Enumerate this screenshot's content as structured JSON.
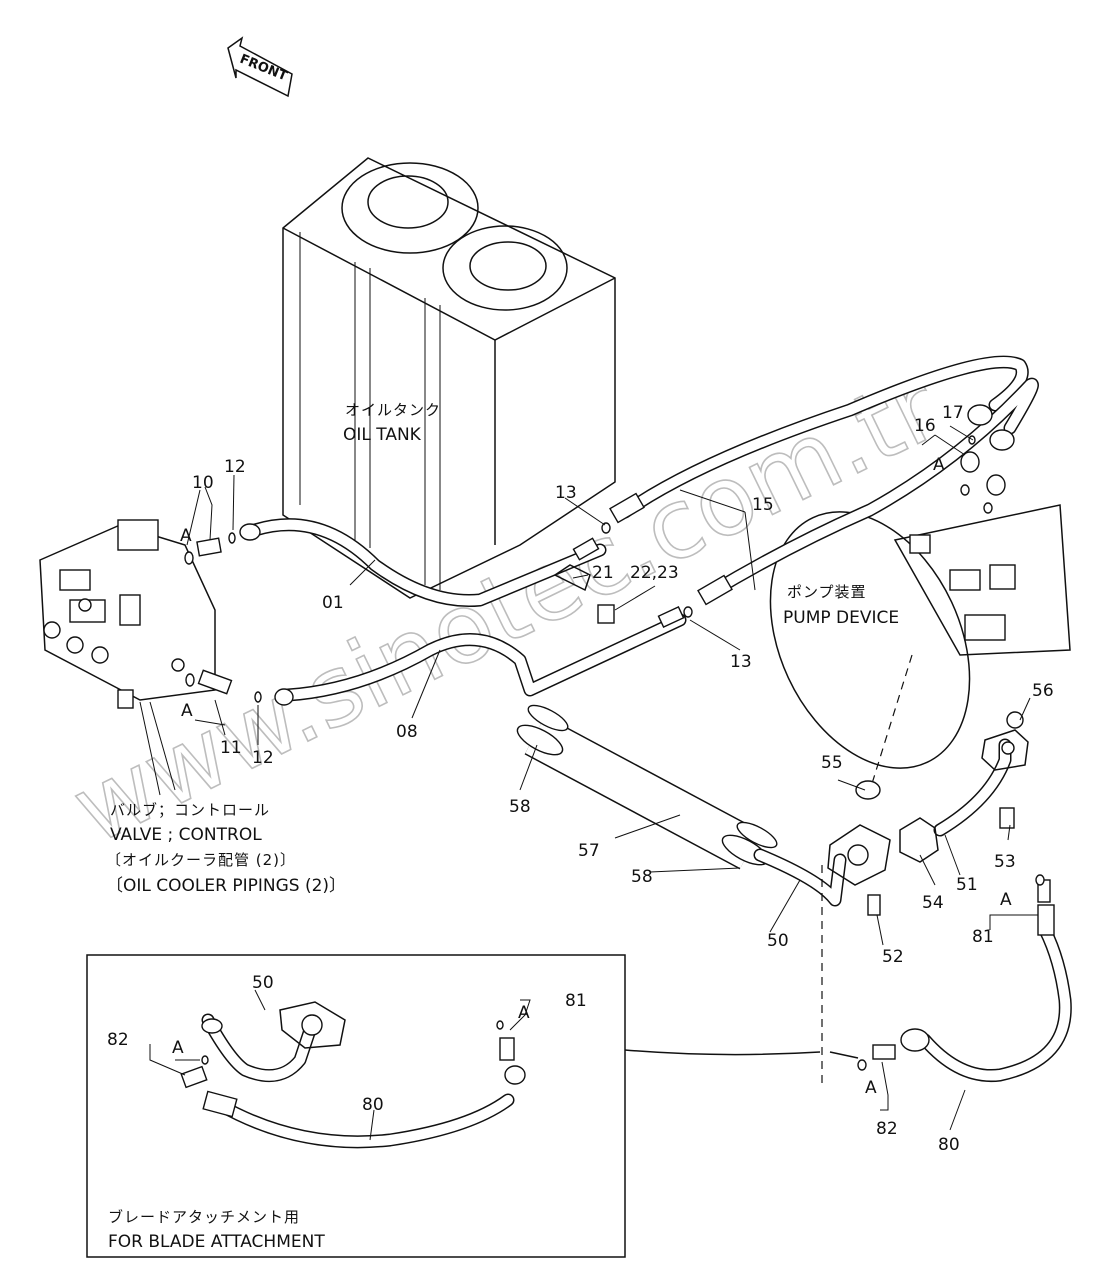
{
  "front_arrow": {
    "label": "FRONT"
  },
  "components": {
    "oil_tank": {
      "jp": "オイルタンク",
      "en": "OIL TANK"
    },
    "pump_device": {
      "jp": "ポンプ装置",
      "en": "PUMP DEVICE"
    },
    "control_valve": {
      "jp": "バルブ；コントロール",
      "en": "VALVE ; CONTROL",
      "section_jp": "〔オイルクーラ配管 (2)〕",
      "section_en": "〔OIL COOLER PIPINGS (2)〕"
    }
  },
  "callouts": {
    "p01": "01",
    "p08": "08",
    "p10": "10",
    "p11": "11",
    "p12a": "12",
    "p12b": "12",
    "p13a": "13",
    "p13b": "13",
    "p15": "15",
    "p16": "16",
    "p17": "17",
    "p21": "21",
    "p22_23": "22,23",
    "p50": "50",
    "p51": "51",
    "p52": "52",
    "p53": "53",
    "p54": "54",
    "p55": "55",
    "p56": "56",
    "p57": "57",
    "p58a": "58",
    "p58b": "58",
    "p80": "80",
    "p81": "81",
    "p82": "82",
    "a1": "A",
    "a2": "A",
    "a3": "A",
    "a4": "A",
    "a5": "A"
  },
  "inset": {
    "caption_jp": "ブレードアタッチメント用",
    "caption_en": "FOR BLADE ATTACHMENT",
    "callouts": {
      "p50": "50",
      "p80": "80",
      "p81": "81",
      "p82": "82",
      "a_left": "A",
      "a_right": "A"
    }
  },
  "watermark": "www.sinotec.com.tr"
}
